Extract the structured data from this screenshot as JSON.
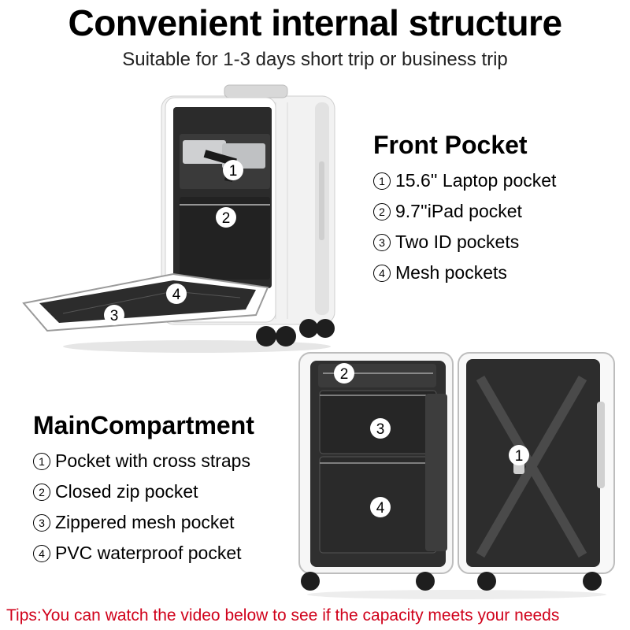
{
  "title": "Convenient internal structure",
  "subtitle": "Suitable for 1-3 days short trip or business trip",
  "front_pocket": {
    "heading": "Front Pocket",
    "items": [
      {
        "num": "1",
        "text": "15.6'' Laptop pocket"
      },
      {
        "num": "2",
        "text": "9.7''iPad pocket"
      },
      {
        "num": "3",
        "text": "Two ID pockets"
      },
      {
        "num": "4",
        "text": "Mesh pockets"
      }
    ]
  },
  "main_compartment": {
    "heading": "MainCompartment",
    "items": [
      {
        "num": "1",
        "text": "Pocket with cross straps"
      },
      {
        "num": "2",
        "text": "Closed zip pocket"
      },
      {
        "num": "3",
        "text": "Zippered mesh pocket"
      },
      {
        "num": "4",
        "text": "PVC waterproof pocket"
      }
    ]
  },
  "photo_markers": {
    "front": [
      "1",
      "2",
      "3",
      "4"
    ],
    "main": [
      "2",
      "3",
      "4",
      "1"
    ]
  },
  "tips": "Tips:You can watch the video below to see if the capacity meets your needs",
  "colors": {
    "tips": "#d0021b",
    "shell": "#f4f4f4",
    "lining": "#2a2a2a"
  }
}
